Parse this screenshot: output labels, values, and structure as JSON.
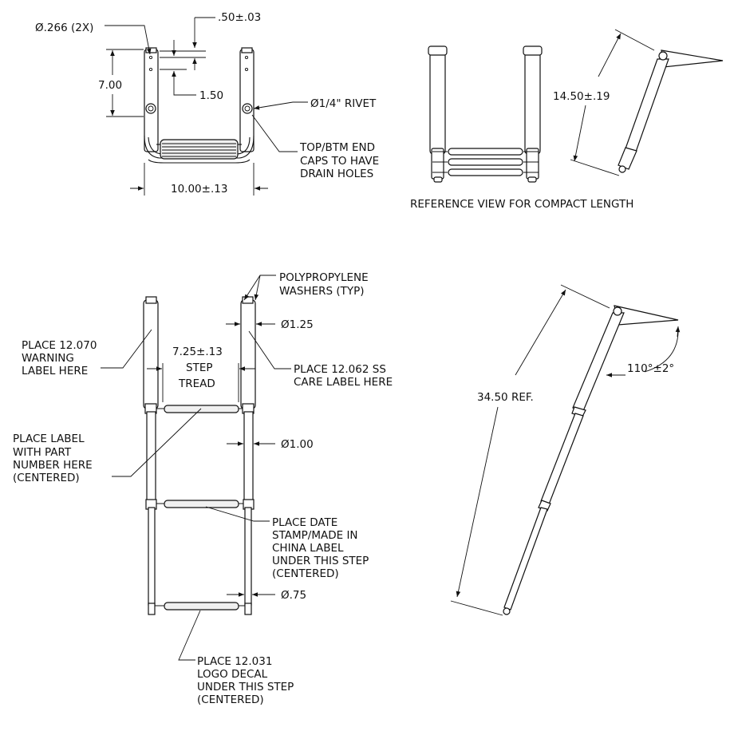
{
  "top_view": {
    "hole_dia": "Ø.266 (2X)",
    "tol_top": ".50±.03",
    "height": "7.00",
    "hole_spacing": "1.50",
    "rivet": "Ø1/4\" RIVET",
    "end_caps": [
      "TOP/BTM END",
      "CAPS TO HAVE",
      "DRAIN HOLES"
    ],
    "width": "10.00±.13"
  },
  "reference_view": {
    "compact_length": "14.50±.19",
    "caption": "REFERENCE VIEW FOR COMPACT LENGTH"
  },
  "front_view": {
    "washers": [
      "POLYPROPYLENE",
      "WASHERS (TYP)"
    ],
    "tube_top_dia": "Ø1.25",
    "warning": [
      "PLACE 12.070",
      "WARNING",
      "LABEL HERE"
    ],
    "step_tread": [
      "7.25±.13",
      "STEP",
      "TREAD"
    ],
    "care_label": [
      "PLACE 12.062 SS",
      "CARE LABEL HERE"
    ],
    "part_label": [
      "PLACE  LABEL",
      "WITH PART",
      "NUMBER HERE",
      "(CENTERED)"
    ],
    "tube_mid_dia": "Ø1.00",
    "date_stamp": [
      "PLACE DATE",
      "STAMP/MADE IN",
      "CHINA LABEL",
      "UNDER THIS STEP",
      "(CENTERED)"
    ],
    "tube_bot_dia": "Ø.75",
    "logo": [
      "PLACE 12.031",
      "LOGO DECAL",
      "UNDER THIS STEP",
      "(CENTERED)"
    ]
  },
  "side_view": {
    "length": "34.50 REF.",
    "angle": "110°±2°"
  }
}
